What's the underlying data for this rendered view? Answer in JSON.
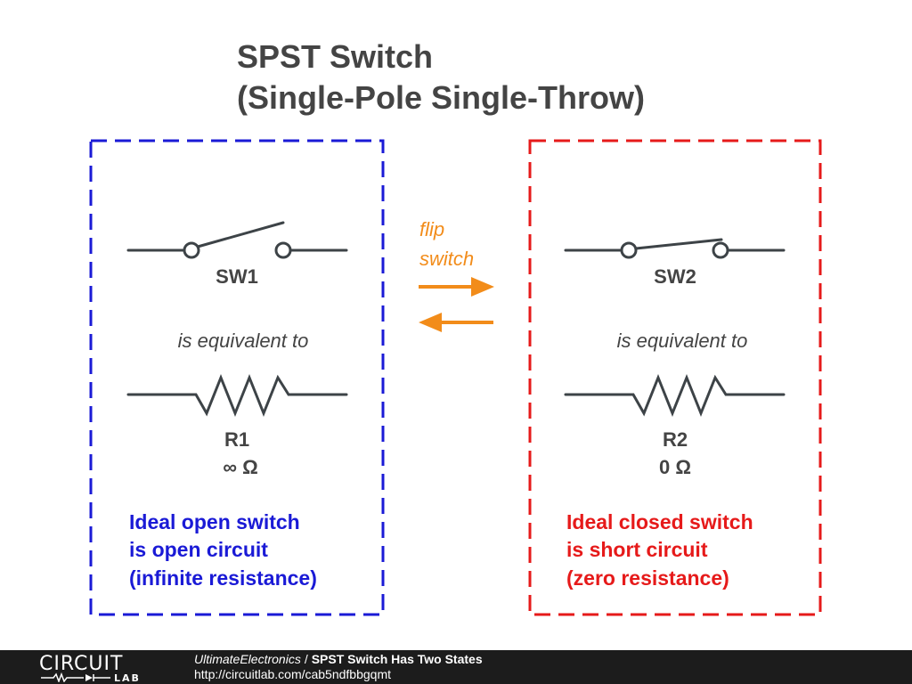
{
  "title": {
    "line1": "SPST Switch",
    "line2": "(Single-Pole Single-Throw)"
  },
  "colors": {
    "open_box": "#1a1ad6",
    "closed_box": "#e61a1a",
    "arrows": "#f28c1a",
    "wire": "#3d4347",
    "text": "#444444",
    "footer_bg": "#1c1c1c"
  },
  "left_panel": {
    "switch_label": "SW1",
    "equivalence": "is equivalent to",
    "resistor_label": "R1",
    "resistor_value": "∞ Ω",
    "note_lines": [
      "Ideal open switch",
      "is open circuit",
      "(infinite resistance)"
    ]
  },
  "right_panel": {
    "switch_label": "SW2",
    "equivalence": "is equivalent to",
    "resistor_label": "R2",
    "resistor_value": "0 Ω",
    "note_lines": [
      "Ideal closed switch",
      "is short circuit",
      "(zero resistance)"
    ]
  },
  "center": {
    "flip_line1": "flip",
    "flip_line2": "switch",
    "arrow_right_icon": "arrow-right-icon",
    "arrow_left_icon": "arrow-left-icon"
  },
  "footer": {
    "logo_text": "CIRCUIT",
    "logo_sub": "LAB",
    "author": "UltimateElectronics",
    "separator": "/",
    "title": "SPST Switch Has Two States",
    "url": "http://circuitlab.com/cab5ndfbbgqmt"
  }
}
